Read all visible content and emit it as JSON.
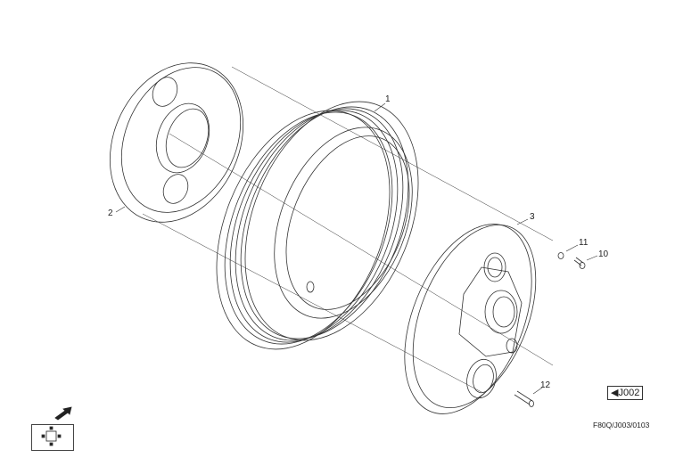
{
  "diagram": {
    "labels": {
      "p1": "1",
      "p2": "2",
      "p3": "3",
      "p10": "10",
      "p11": "11",
      "p12": "12"
    },
    "reference_tag": "J002",
    "drawing_code": "F80Q/J003/0103",
    "icons": [
      "direction-arrow-icon",
      "navigation-map-icon"
    ],
    "line_color": "#333333"
  }
}
